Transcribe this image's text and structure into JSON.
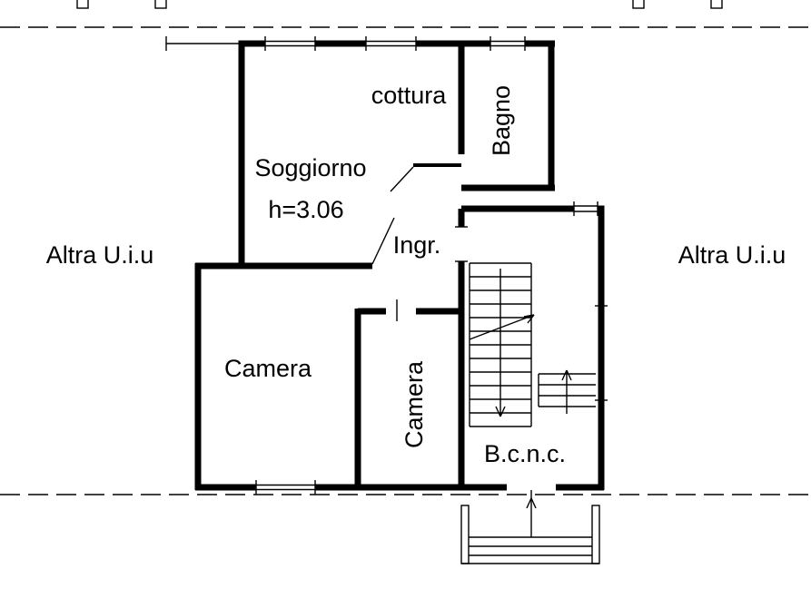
{
  "plan": {
    "rooms": {
      "cottura": "cottura",
      "bagno": "Bagno",
      "soggiorno": "Soggiorno",
      "soggiorno_height": "h=3.06",
      "ingresso": "Ingr.",
      "camera_left": "Camera",
      "camera_middle": "Camera",
      "bcnc": "B.c.n.c."
    },
    "adjacent": {
      "left": "Altra U.i.u",
      "right": "Altra U.i.u"
    },
    "colors": {
      "line": "#000000",
      "background": "#ffffff"
    }
  }
}
